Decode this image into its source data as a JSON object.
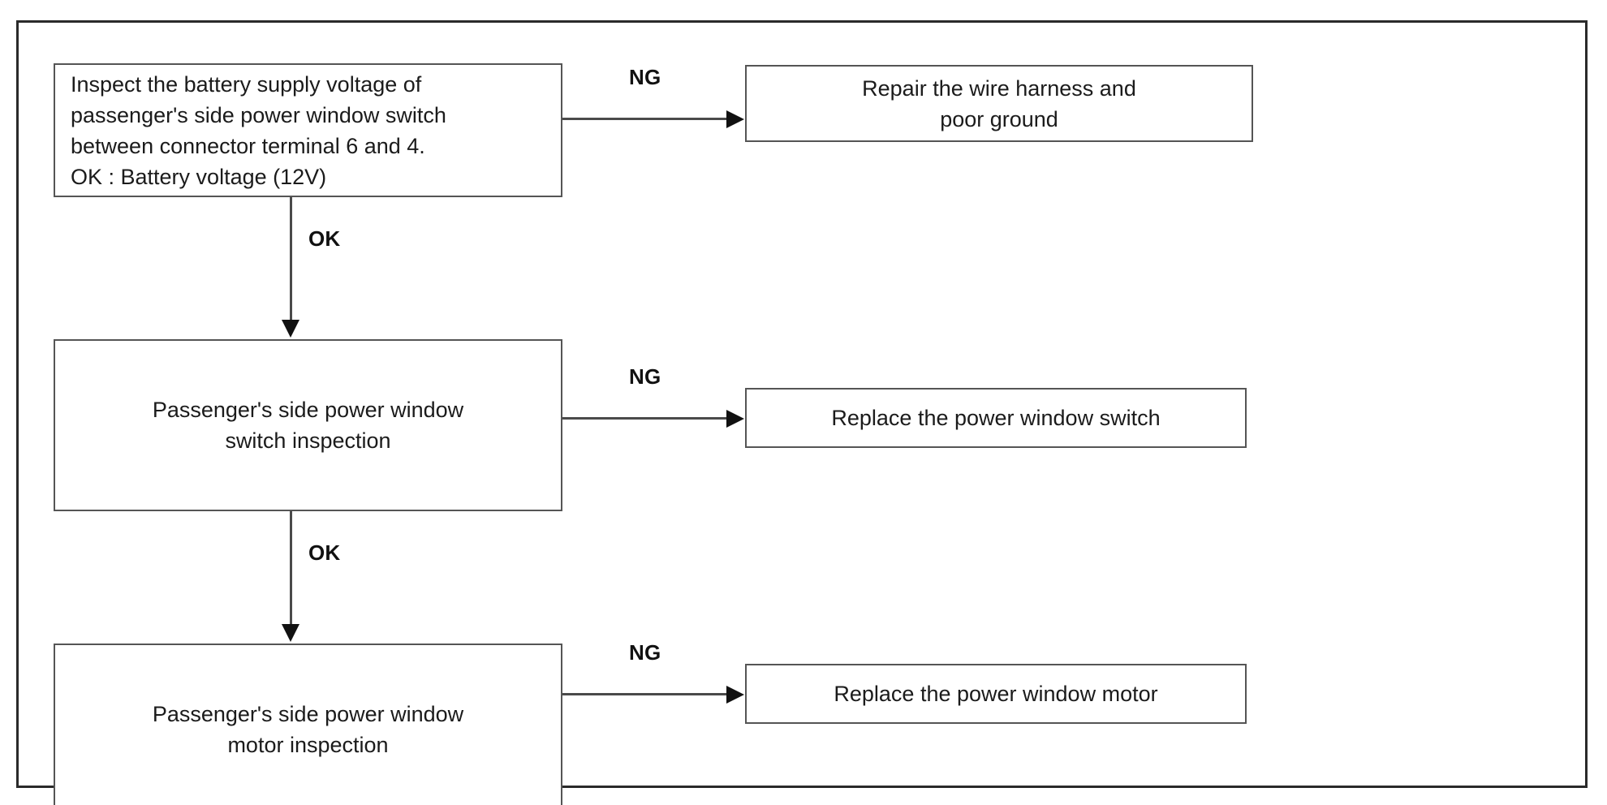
{
  "diagram": {
    "title": "Passenger's side power window troubleshooting flowchart",
    "type": "flowchart",
    "frame_color": "#2a2a2a",
    "box_border_color": "#555555",
    "line_color": "#4a4a4a",
    "arrow_color": "#111111",
    "background": "#ffffff"
  },
  "nodes": {
    "inspect_battery": {
      "id": "inspect-battery",
      "text": "Inspect the battery supply voltage of\npassenger's side power window switch\nbetween connector terminal 6 and 4.\nOK : Battery voltage (12V)"
    },
    "repair_harness": {
      "id": "repair-harness",
      "text": "Repair the wire harness and\npoor ground"
    },
    "switch_inspection": {
      "id": "switch-inspection",
      "text": "Passenger's side power window\nswitch inspection"
    },
    "replace_switch": {
      "id": "replace-switch",
      "text": "Replace the power window switch"
    },
    "motor_inspection": {
      "id": "motor-inspection",
      "text": "Passenger's side power window\nmotor inspection"
    },
    "replace_motor": {
      "id": "replace-motor",
      "text": "Replace the power window motor"
    }
  },
  "edges": {
    "ng_1": {
      "label": "NG",
      "from": "inspect-battery",
      "to": "repair-harness"
    },
    "ng_2": {
      "label": "NG",
      "from": "switch-inspection",
      "to": "replace-switch"
    },
    "ng_3": {
      "label": "NG",
      "from": "motor-inspection",
      "to": "replace-motor"
    },
    "ok_1": {
      "label": "OK",
      "from": "inspect-battery",
      "to": "switch-inspection"
    },
    "ok_2": {
      "label": "OK",
      "from": "switch-inspection",
      "to": "motor-inspection"
    }
  }
}
